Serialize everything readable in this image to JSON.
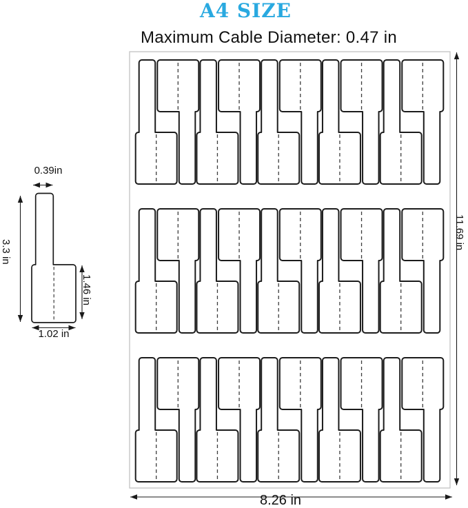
{
  "page": {
    "title": "A4 SIZE",
    "subtitle": "Maximum Cable Diameter: 0.47 in"
  },
  "colors": {
    "accent": "#29a9e0",
    "outline": "#1b1b1b",
    "sheet_border": "#c6c6c6"
  },
  "detail_diagram": {
    "stem_width_label": "0.39in",
    "total_height_label": "3.3 in",
    "flag_height_label": "1.46 in",
    "flag_width_label": "1.02 in"
  },
  "sheet_diagram": {
    "height_label": "11.69 in",
    "width_label": "8.26 in",
    "rows": 3,
    "labels_per_row": 10,
    "pattern": "alternating down/up interlocking cable labels with dashed fold lines"
  }
}
